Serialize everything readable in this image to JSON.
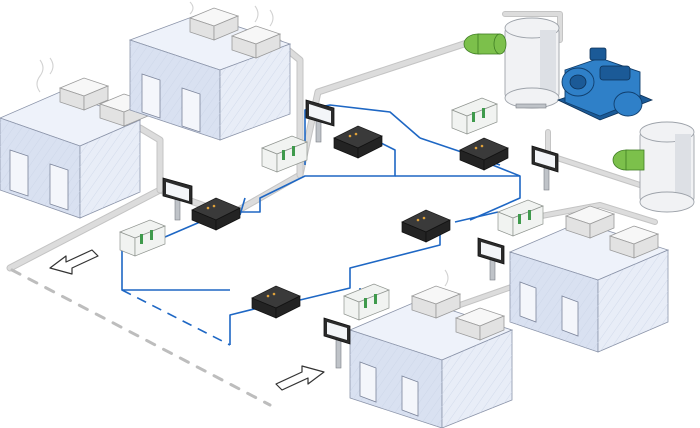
{
  "diagram": {
    "kind": "isometric-industrial-network-illustration",
    "colors": {
      "network_cable": "#1e67c4",
      "pipe": "#dcdcdc",
      "cold_room": "#e8edf7",
      "gateway": "#2a2a2a",
      "plc_module": "#3f9a4c",
      "compressor": "#2f80c8",
      "motor": "#7cc04b",
      "walkway": "#bdbdbd"
    },
    "icons": {
      "cold_room": "cold-storage-room-icon",
      "gateway": "industrial-gateway-icon",
      "plc": "plc-controller-icon",
      "hmi": "hmi-touch-panel-icon",
      "tank": "vertical-tank-icon",
      "compressor": "screw-compressor-icon",
      "motor": "electric-motor-icon",
      "arrow": "direction-arrow-icon"
    },
    "nodes": {
      "cold_rooms": 4,
      "gateways": 5,
      "plc_racks": 5,
      "hmi_panels": 5,
      "tanks": 2,
      "compressors": 1,
      "motors": 2,
      "direction_arrows": 2
    }
  }
}
